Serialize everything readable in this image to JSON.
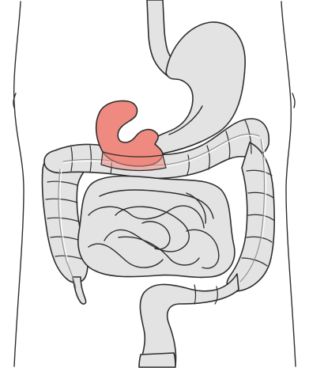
{
  "diagram": {
    "colors": {
      "organ_fill": "#e3e3e3",
      "outline": "#2e2e2e",
      "highlight_fill": "#ee8a80",
      "background": "#ffffff"
    },
    "highlighted_organ": "duodenum",
    "parts": [
      "torso-outline",
      "esophagus",
      "stomach",
      "duodenum",
      "pancreas",
      "small-intestine",
      "ascending-colon",
      "transverse-colon",
      "descending-colon",
      "sigmoid-colon",
      "rectum",
      "appendix"
    ]
  }
}
